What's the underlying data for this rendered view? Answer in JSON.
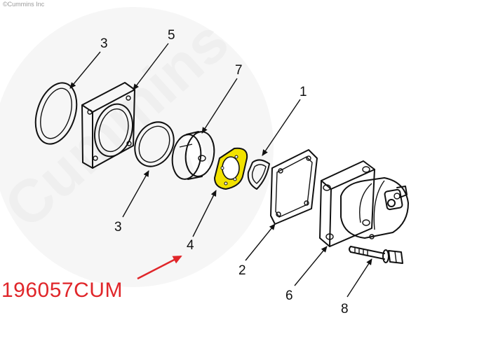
{
  "copyright": "©Cummins Inc",
  "watermark": "Cummins",
  "part_number": "196057CUM",
  "callouts": {
    "c1": "1",
    "c2": "2",
    "c3_top": "3",
    "c3_bottom": "3",
    "c4": "4",
    "c5": "5",
    "c6": "6",
    "c7": "7",
    "c8": "8"
  },
  "colors": {
    "highlight": "#f2e200",
    "part_number": "#e0262a",
    "arrow": "#e0262a"
  }
}
